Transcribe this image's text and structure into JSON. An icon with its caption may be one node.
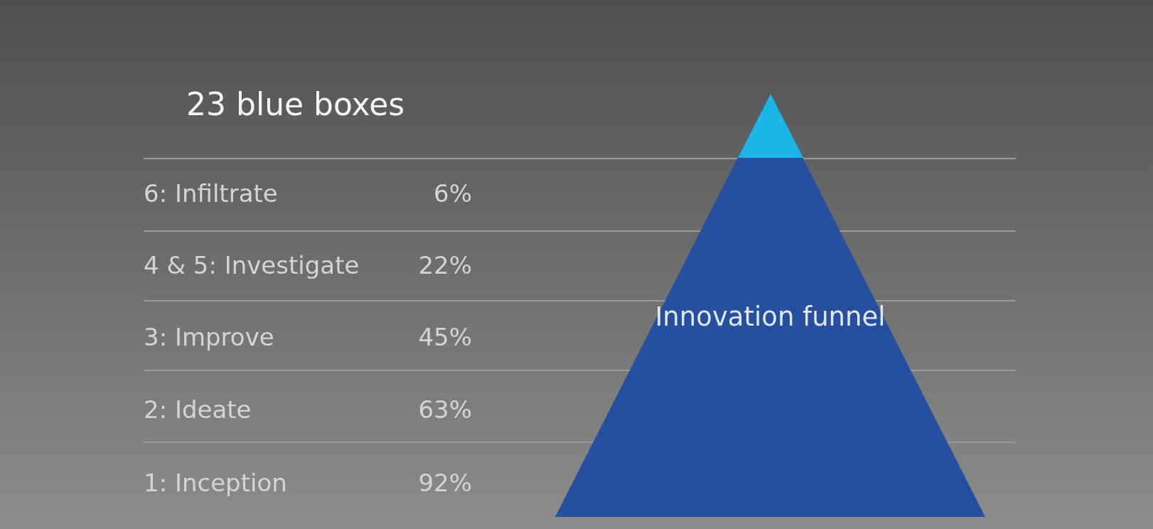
{
  "diagram": {
    "title": "23 blue boxes",
    "nodes": [
      {
        "text": [
          "Innovation funnel"
        ]
      },
      {
        "text": [],
        "shape": "triangle",
        "in": 0
      }
    ],
    "labels": [
      "6: Infiltrate",
      "6%",
      "4 & 5: Investigate",
      "22%",
      "3: Improve",
      "45%",
      "2: Ideate",
      "63%",
      "1: Inception",
      "92%"
    ]
  }
}
